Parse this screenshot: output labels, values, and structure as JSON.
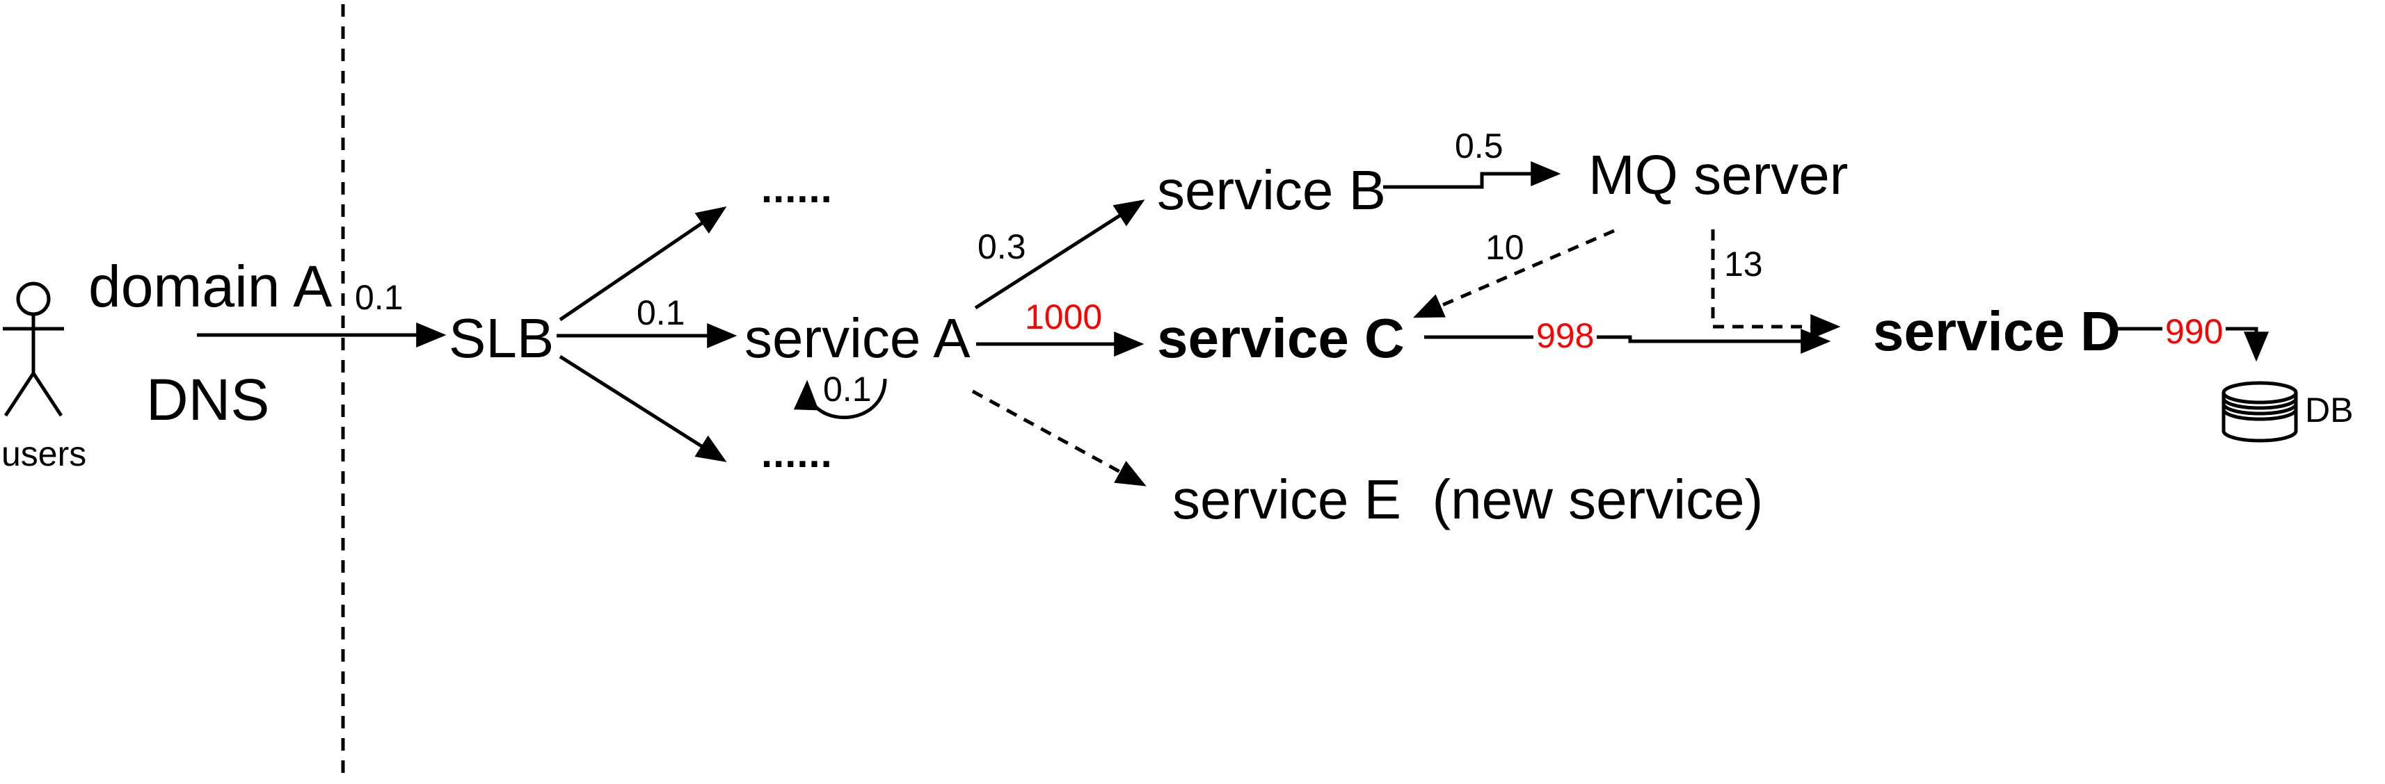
{
  "diagram": {
    "nodes": {
      "users": "users",
      "domain_a": "domain A",
      "dns": "DNS",
      "slb": "SLB",
      "service_a": "service A",
      "service_b": "service B",
      "service_c": "service C",
      "mq_server": "MQ server",
      "service_d": "service D",
      "service_e": "service E  (new service)",
      "db": "DB"
    },
    "edge_labels": {
      "users_slb": "0.1",
      "slb_service_a": "0.1",
      "service_a_self": "0.1",
      "service_a_service_b": "0.3",
      "service_a_service_c": "1000",
      "service_b_mq": "0.5",
      "mq_service_c": "10",
      "mq_service_d": "13",
      "service_c_service_d": "998",
      "service_d_db": "990"
    },
    "ellipsis": {
      "top": "......",
      "bottom": "......"
    },
    "colors": {
      "highlight": "#ff0000",
      "stroke": "#000000",
      "background": "#ffffff"
    }
  }
}
